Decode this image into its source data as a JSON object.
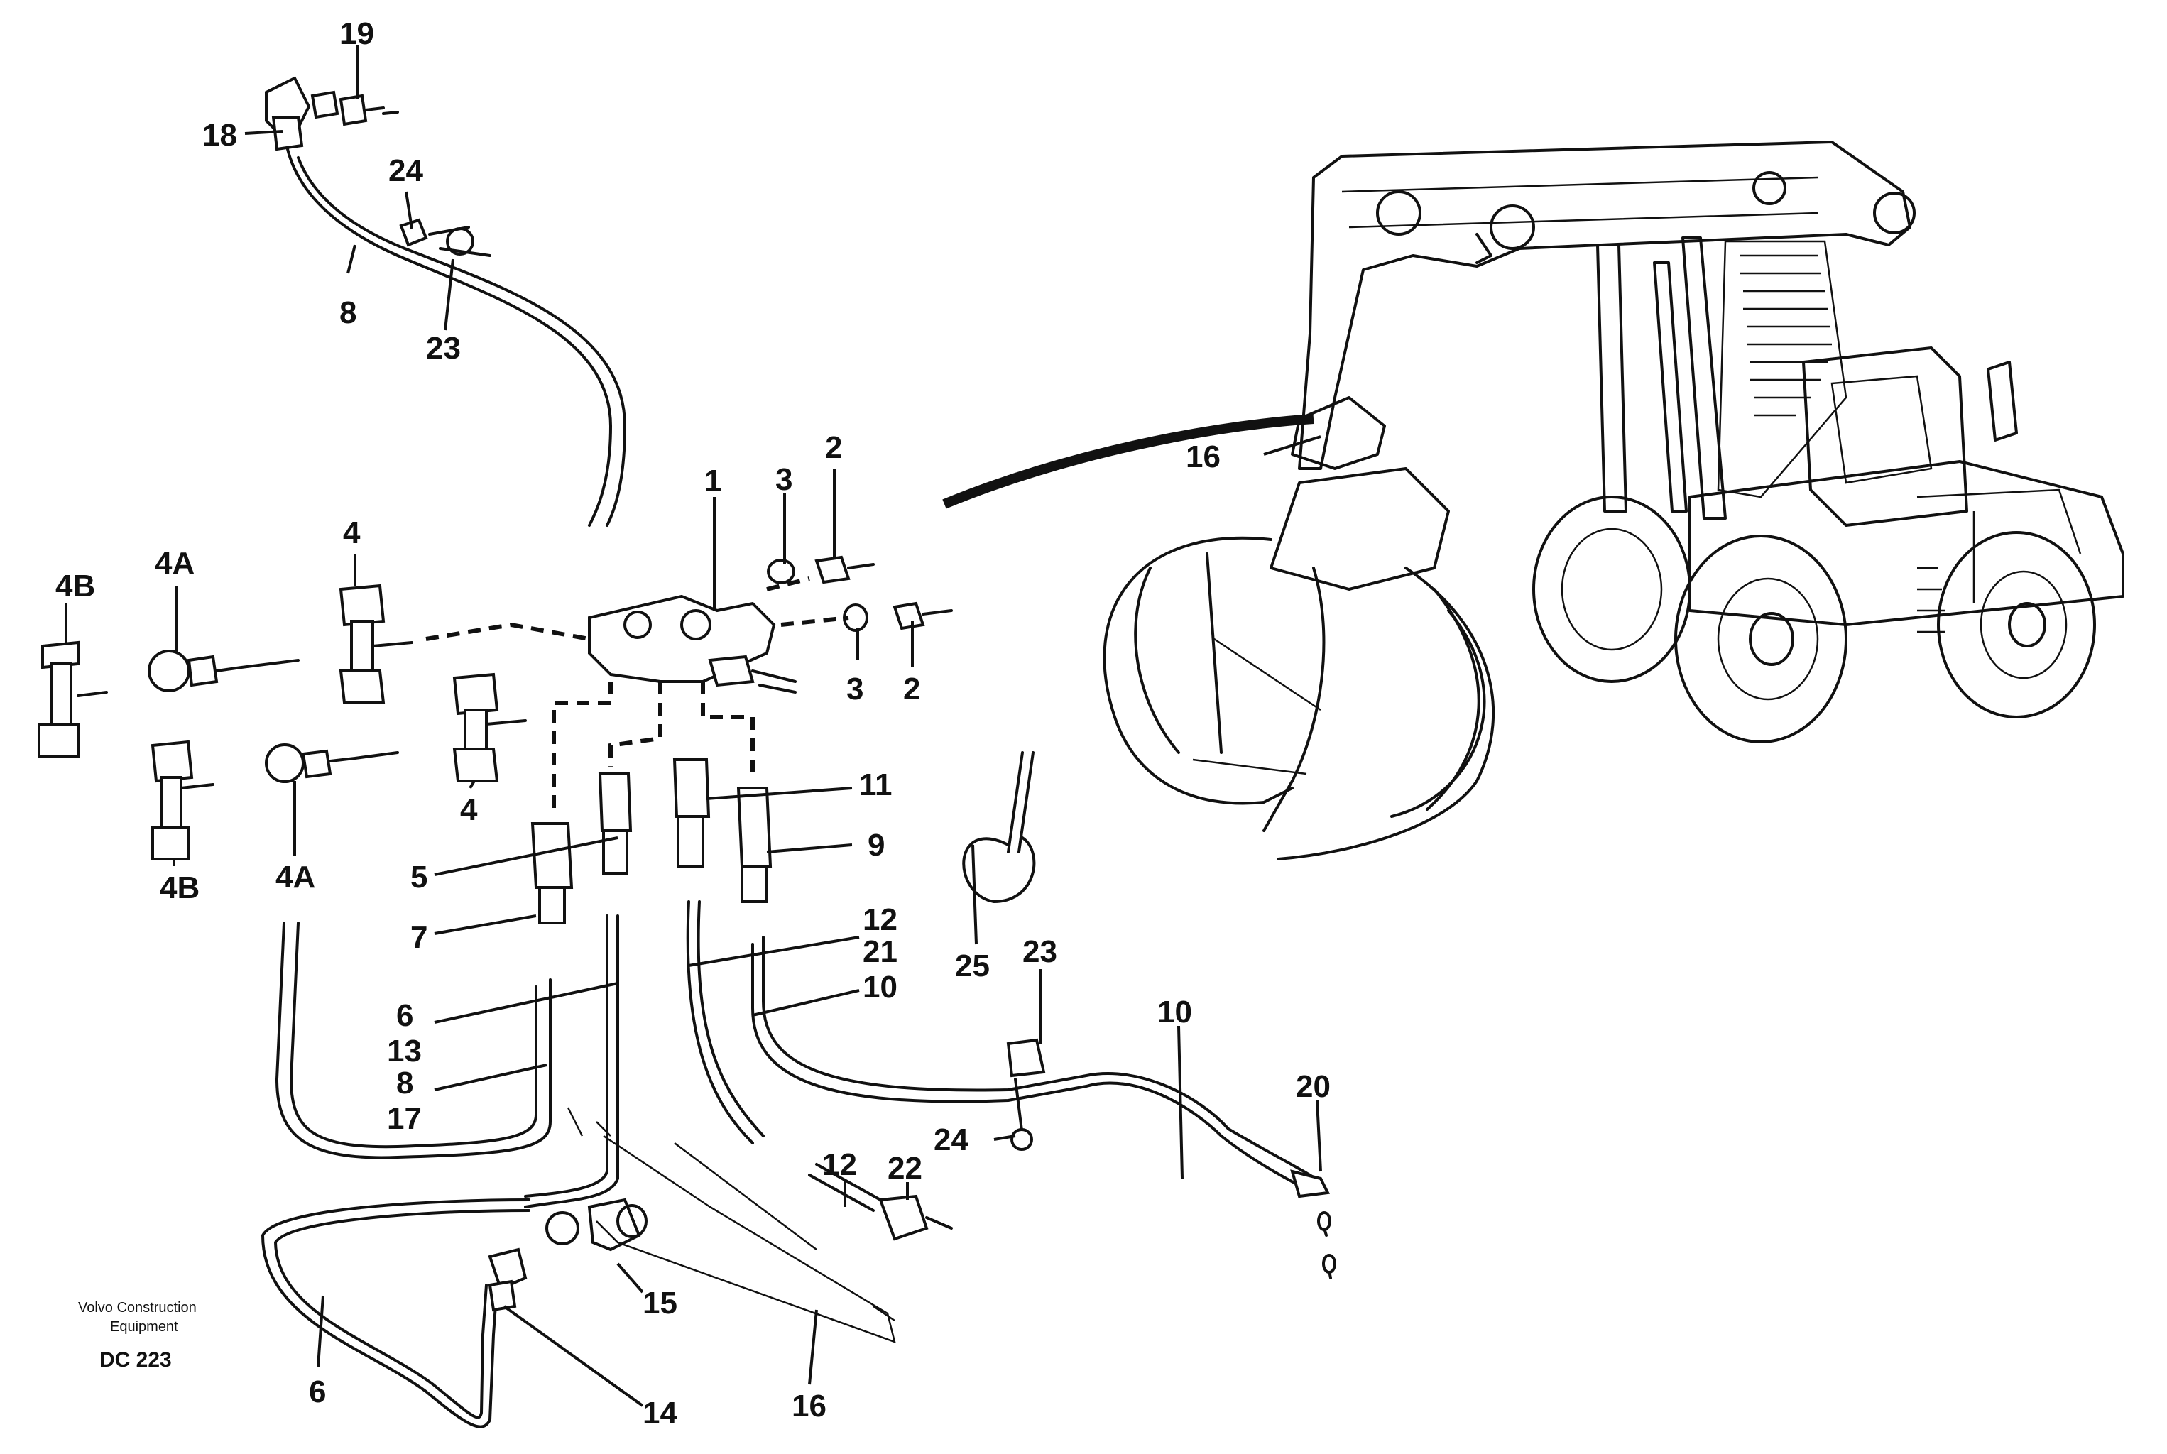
{
  "credit": {
    "line1": "Volvo Construction",
    "line2": "Equipment",
    "code": "DC 223"
  },
  "callouts": {
    "c19": "19",
    "c18": "18",
    "c24_top": "24",
    "c8_top": "8",
    "c23_top": "23",
    "c1": "1",
    "c3_upper": "3",
    "c2_upper": "2",
    "c3_lower": "3",
    "c2_lower": "2",
    "c4B_left": "4B",
    "c4A_top": "4A",
    "c4_upper": "4",
    "c4_lower": "4",
    "c4B_bottom": "4B",
    "c4A_bottom": "4A",
    "c5": "5",
    "c7": "7",
    "c6_13_a": "6",
    "c6_13_b": "13",
    "c8_17_a": "8",
    "c8_17_b": "17",
    "c11": "11",
    "c9": "9",
    "c12_21_a": "12",
    "c12_21_b": "21",
    "c10_mid": "10",
    "c25": "25",
    "c23_mid": "23",
    "c10_right": "10",
    "c20": "20",
    "c24_mid": "24",
    "c12_low": "12",
    "c22": "22",
    "c15": "15",
    "c14": "14",
    "c6_bottom": "6",
    "c16_bottom": "16",
    "c16_machine": "16"
  }
}
